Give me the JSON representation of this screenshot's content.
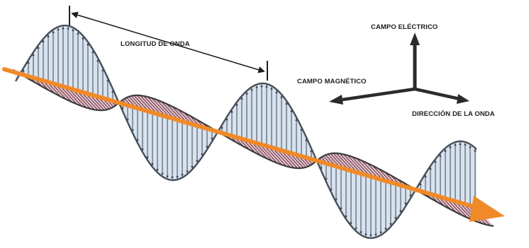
{
  "labels": {
    "wavelength": "LONGITUD DE ONDA",
    "electric_field": "CAMPO ELÉCTRICO",
    "magnetic_field": "CAMPO MAGNÉTICO",
    "wave_direction": "DIRECCIÓN DE LA ONDA"
  },
  "colors": {
    "electric_wave_fill": "#c9d9ea",
    "electric_wave_stroke": "#4a4f57",
    "magnetic_wave_fill": "#e2b7c3",
    "magnetic_wave_stroke": "#3b3b3b",
    "direction_arrow": "#f08a28",
    "axes": "#2b2b2b"
  }
}
